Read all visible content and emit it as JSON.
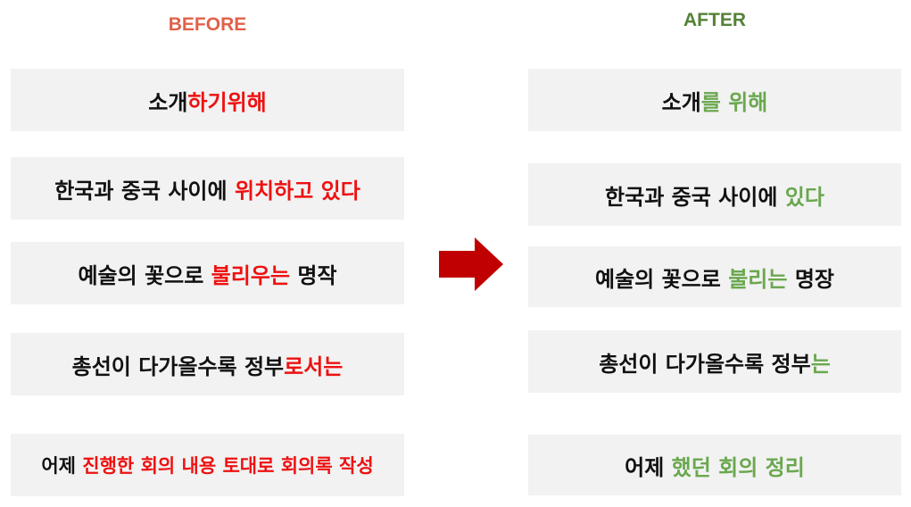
{
  "before": {
    "title": "BEFORE",
    "rows": [
      {
        "plain": "소개",
        "highlight": "하기위해",
        "tail": ""
      },
      {
        "plain": "한국과 중국 사이에",
        "highlight": "위치하고 있다",
        "tail": ""
      },
      {
        "plain": "예술의 꽃으로",
        "highlight": "불리우는",
        "tail": "명작"
      },
      {
        "plain": "총선이 다가올수록 정부",
        "highlight": "로서는",
        "tail": ""
      },
      {
        "plain": "어제",
        "highlight": "진행한 회의 내용 토대로 회의록 작성",
        "tail": ""
      }
    ]
  },
  "after": {
    "title": "AFTER",
    "rows": [
      {
        "plain": "소개",
        "highlight": "를 위해",
        "tail": ""
      },
      {
        "plain": "한국과 중국 사이에",
        "highlight": "있다",
        "tail": ""
      },
      {
        "plain": "예술의 꽃으로",
        "highlight": "불리는",
        "tail": "명장"
      },
      {
        "plain": "총선이 다가올수록 정부",
        "highlight": "는",
        "tail": ""
      },
      {
        "plain": "어제",
        "highlight": "했던 회의 정리",
        "tail": ""
      }
    ]
  },
  "colors": {
    "before_title": "#e0614b",
    "after_title": "#548235",
    "before_highlight": "#ee1111",
    "after_highlight": "#6aa84f",
    "arrow": "#c00000",
    "box_background": "#f2f2f2"
  },
  "icons": {
    "arrow": "right-arrow-icon"
  }
}
